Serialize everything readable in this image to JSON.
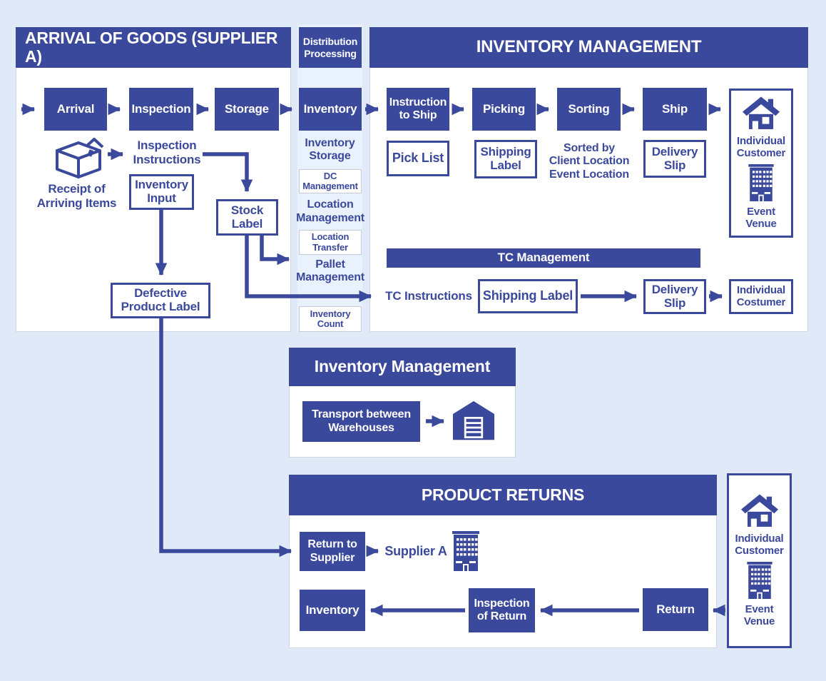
{
  "colors": {
    "primary": "#3b499c",
    "page_bg": "#dfe9f8",
    "strip_bg": "#e9f1fd",
    "panel_bg": "#ffffff"
  },
  "arrival_panel": {
    "title": "ARRIVAL OF GOODS (SUPPLIER A)",
    "arrival": "Arrival",
    "inspection": "Inspection",
    "storage": "Storage",
    "receipt": "Receipt of\nArriving Items",
    "inspection_instructions": "Inspection\nInstructions",
    "inventory_input": "Inventory\nInput",
    "stock_label": "Stock\nLabel",
    "defective_label": "Defective\nProduct Label"
  },
  "distribution": {
    "title": "Distribution\nProcessing",
    "inventory": "Inventory",
    "inventory_storage": "Inventory\nStorage",
    "dc_management": "DC\nManagement",
    "location_management": "Location\nManagement",
    "location_transfer": "Location\nTransfer",
    "pallet_management": "Pallet\nManagement",
    "inventory_count": "Inventory\nCount"
  },
  "inventory_panel": {
    "title": "INVENTORY MANAGEMENT",
    "instruction_to_ship": "Instruction\nto Ship",
    "picking": "Picking",
    "sorting": "Sorting",
    "ship": "Ship",
    "pick_list": "Pick List",
    "shipping_label": "Shipping\nLabel",
    "sorted_by": "Sorted by\nClient Location\nEvent Location",
    "delivery_slip": "Delivery\nSlip",
    "individual_customer": "Individual\nCustomer",
    "event_venue": "Event\nVenue"
  },
  "tc": {
    "title": "TC Management",
    "instructions": "TC Instructions",
    "shipping_label": "Shipping Label",
    "delivery_slip": "Delivery\nSlip",
    "customer": "Individual\nCostumer"
  },
  "warehouse_panel": {
    "title": "Inventory Management",
    "transport": "Transport between\nWarehouses"
  },
  "returns_panel": {
    "title": "PRODUCT RETURNS",
    "return_to_supplier": "Return to\nSupplier",
    "supplier_a": "Supplier A",
    "inventory": "Inventory",
    "inspection_of_return": "Inspection\nof Return",
    "return": "Return",
    "individual_customer": "Individual\nCustomer",
    "event_venue": "Event\nVenue"
  }
}
